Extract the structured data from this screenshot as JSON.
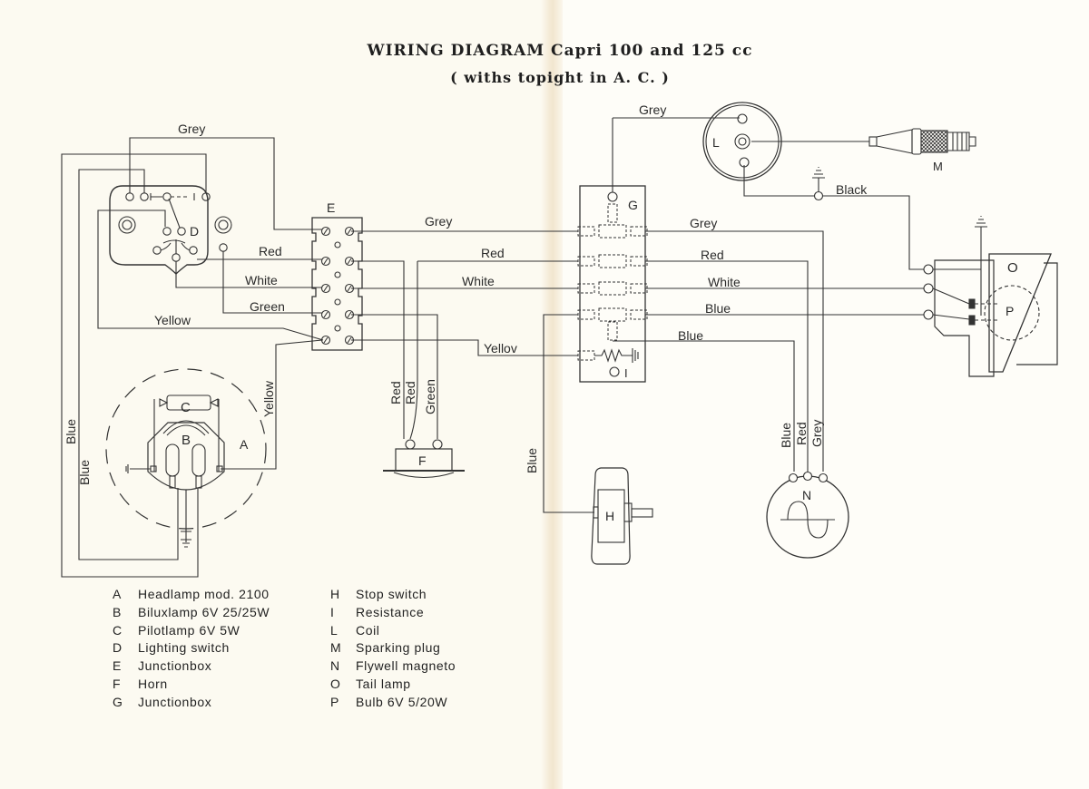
{
  "title": {
    "line1": "WIRING  DIAGRAM  Capri 100 and 125 cc",
    "line2": "( withs topight in A. C. )"
  },
  "components": {
    "A": "A",
    "B": "B",
    "C": "C",
    "D": "D",
    "E": "E",
    "F": "F",
    "G": "G",
    "H": "H",
    "I": "I",
    "L": "L",
    "M": "M",
    "N": "N",
    "O": "O",
    "P": "P"
  },
  "wire_labels": {
    "grey_top_left": "Grey",
    "red_left": "Red",
    "white_left": "White",
    "green_left": "Green",
    "yellow_left": "Yellow",
    "blue_outer": "Blue",
    "blue_inner": "Blue",
    "yellow_vertical": "Yellow",
    "grey_mid": "Grey",
    "red_mid": "Red",
    "white_mid": "White",
    "yellow_mid": "Yellov",
    "horn_red_1": "Red",
    "horn_red_2": "Red",
    "horn_green": "Green",
    "blue_stop": "Blue",
    "grey_coil": "Grey",
    "black": "Black",
    "grey_right": "Grey",
    "red_right": "Red",
    "white_right": "White",
    "blue_right": "Blue",
    "blue_lower": "Blue",
    "magneto_blue": "Blue",
    "magneto_red": "Red",
    "magneto_grey": "Grey"
  },
  "legend": {
    "left": [
      {
        "key": "A",
        "text": "Headlamp mod. 2100"
      },
      {
        "key": "B",
        "text": "Biluxlamp 6V 25/25W"
      },
      {
        "key": "C",
        "text": "Pilotlamp 6V 5W"
      },
      {
        "key": "D",
        "text": "Lighting switch"
      },
      {
        "key": "E",
        "text": "Junctionbox"
      },
      {
        "key": "F",
        "text": "Horn"
      },
      {
        "key": "G",
        "text": "Junctionbox"
      }
    ],
    "right": [
      {
        "key": "H",
        "text": "Stop switch"
      },
      {
        "key": "I",
        "text": "Resistance"
      },
      {
        "key": "L",
        "text": "Coil"
      },
      {
        "key": "M",
        "text": "Sparking plug"
      },
      {
        "key": "N",
        "text": "Flywell magneto"
      },
      {
        "key": "O",
        "text": "Tail lamp"
      },
      {
        "key": "P",
        "text": "Bulb 6V 5/20W"
      }
    ]
  }
}
